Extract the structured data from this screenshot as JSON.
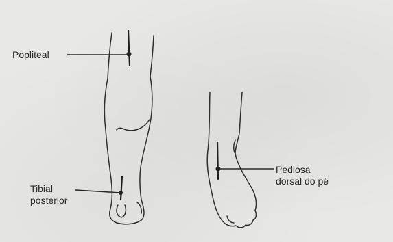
{
  "labels": {
    "popliteal": "Popliteal",
    "tibial_line1": "Tibial",
    "tibial_line2": "posterior",
    "pediosa_line1": "Pediosa",
    "pediosa_line2": "dorsal do pé"
  },
  "colors": {
    "background": "#e8e8e6",
    "ink": "#2a2a2a"
  }
}
